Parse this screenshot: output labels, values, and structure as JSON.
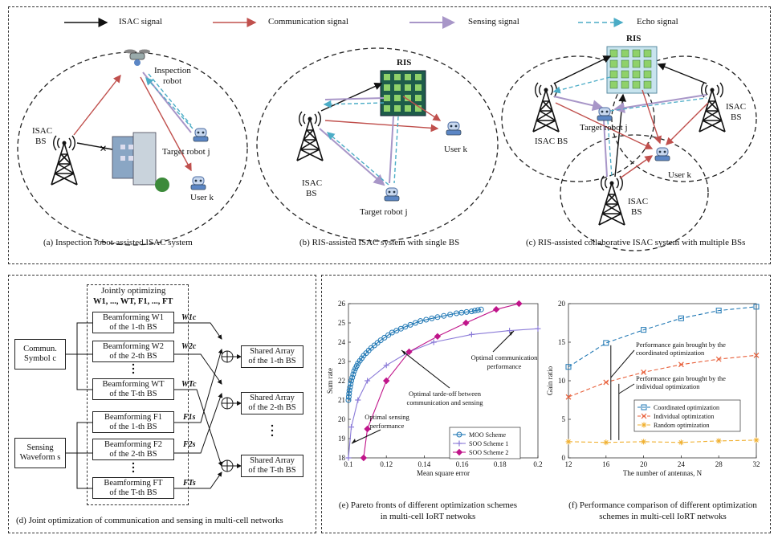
{
  "legend": {
    "isac": "ISAC signal",
    "communication": "Communication signal",
    "sensing": "Sensing signal",
    "echo": "Echo signal"
  },
  "colors": {
    "isac": "#111111",
    "communication": "#c0504d",
    "sensing": "#a896c8",
    "echo": "#4bacc6",
    "moo": "#1f77b4",
    "soo1": "#8b7bd8",
    "soo2": "#c0158a",
    "coordinated": "#1f77b4",
    "individual": "#e8613c",
    "random": "#f0b030"
  },
  "panel_a": {
    "bs_label": [
      "ISAC",
      "BS"
    ],
    "inspection": [
      "Inspection",
      "robot"
    ],
    "target": "Target robot j",
    "user": "User k",
    "caption": "(a) Inspection robot-assisted ISAC system"
  },
  "panel_b": {
    "ris": "RIS",
    "bs_label": [
      "ISAC",
      "BS"
    ],
    "user": "User k",
    "target": "Target robot j",
    "caption": "(b) RIS-assisted ISAC system with single BS"
  },
  "panel_c": {
    "ris": "RIS",
    "bs_left": "ISAC BS",
    "bs_right": [
      "ISAC",
      "BS"
    ],
    "bs_bottom": [
      "ISAC",
      "BS"
    ],
    "target": "Target robot j",
    "user": "User k",
    "caption": "(c) RIS-assisted collaborative ISAC system with multiple BSs"
  },
  "panel_d": {
    "jointly": "Jointly optimizing",
    "joint_vars": "W1, ..., WT, F1, ..., FT",
    "comm_symbol": [
      "Commun.",
      "Symbol c"
    ],
    "sensing_waveform": [
      "Sensing",
      "Waveform s"
    ],
    "bf_rows": [
      [
        "Beamforming W1",
        "of the 1-th BS"
      ],
      [
        "Beamforming W2",
        "of the 2-th BS"
      ],
      [
        "Beamforming WT",
        "of the T-th BS"
      ],
      [
        "Beamforming F1",
        "of the 1-th BS"
      ],
      [
        "Beamforming F2",
        "of the 2-th BS"
      ],
      [
        "Beamforming FT",
        "of the T-th BS"
      ]
    ],
    "row_outputs": [
      "W1c",
      "W2c",
      "WTc",
      "F1s",
      "F2s",
      "FTs"
    ],
    "shared": [
      [
        "Shared Array",
        "of the 1-th BS"
      ],
      [
        "Shared Array",
        "of the 2-th BS"
      ],
      [
        "Shared Array",
        "of the T-th BS"
      ]
    ],
    "caption": "(d) Joint optimization of communication and sensing in multi-cell networks"
  },
  "chart_data": [
    {
      "type": "line",
      "xlabel": "Mean square error",
      "ylabel": "Sum rate",
      "xlim": [
        0.1,
        0.2
      ],
      "ylim": [
        18,
        26
      ],
      "xticks": [
        0.1,
        0.12,
        0.14,
        0.16,
        0.18,
        0.2
      ],
      "yticks": [
        18,
        19,
        20,
        21,
        22,
        23,
        24,
        25,
        26
      ],
      "grid": false,
      "legend_position": "bottom-right",
      "series": [
        {
          "name": "MOO Scheme",
          "x": [
            0.1,
            0.1005,
            0.1015,
            0.103,
            0.105,
            0.108,
            0.112,
            0.117,
            0.123,
            0.13,
            0.138,
            0.147,
            0.157,
            0.165,
            0.17
          ],
          "y": [
            21.0,
            21.5,
            22.0,
            22.5,
            22.9,
            23.3,
            23.7,
            24.1,
            24.5,
            24.8,
            25.1,
            25.3,
            25.5,
            25.6,
            25.7
          ]
        },
        {
          "name": "SOO Scheme 1",
          "x": [
            0.1,
            0.1015,
            0.105,
            0.11,
            0.12,
            0.132,
            0.145,
            0.165,
            0.185,
            0.2
          ],
          "y": [
            18.0,
            19.6,
            21.0,
            22.0,
            22.8,
            23.5,
            24.0,
            24.4,
            24.6,
            24.7
          ]
        },
        {
          "name": "SOO Scheme 2",
          "x": [
            0.108,
            0.11,
            0.12,
            0.132,
            0.147,
            0.162,
            0.178,
            0.19
          ],
          "y": [
            18.0,
            19.5,
            22.0,
            23.5,
            24.3,
            25.0,
            25.7,
            26.0
          ]
        }
      ],
      "annotations": [
        "Optimal communication performance",
        "Optimal tarde-off between communication and sensing",
        "Optimal sensing performance"
      ],
      "caption": "(e) Pareto fronts of different optimization schemes in multi-cell IoRT netwoks"
    },
    {
      "type": "line",
      "xlabel": "The number of antennas, N",
      "ylabel": "Gain ratio",
      "xlim": [
        12,
        32
      ],
      "ylim": [
        0,
        20
      ],
      "xticks": [
        12,
        16,
        20,
        24,
        28,
        32
      ],
      "yticks": [
        0,
        5,
        10,
        15,
        20
      ],
      "grid": false,
      "legend_position": "bottom-right",
      "series": [
        {
          "name": "Coordinated optimization",
          "x": [
            12,
            16,
            20,
            24,
            28,
            32
          ],
          "y": [
            11.8,
            14.9,
            16.6,
            18.1,
            19.1,
            19.6
          ]
        },
        {
          "name": "Individual optimization",
          "x": [
            12,
            16,
            20,
            24,
            28,
            32
          ],
          "y": [
            7.9,
            9.8,
            11.1,
            12.1,
            12.8,
            13.3
          ]
        },
        {
          "name": "Random optimization",
          "x": [
            12,
            16,
            20,
            24,
            28,
            32
          ],
          "y": [
            2.1,
            2.0,
            2.1,
            2.0,
            2.2,
            2.3
          ]
        }
      ],
      "annotations": [
        "Performance gain brought by the coordinated optimization",
        "Performance gain brought by the individual optimization"
      ],
      "caption": "(f) Performance comparison of different optimization schemes in multi-cell IoRT netwoks"
    }
  ]
}
